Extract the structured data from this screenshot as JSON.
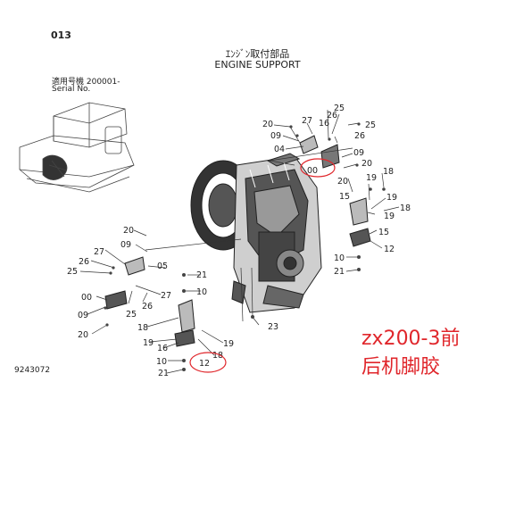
{
  "page_number": "013",
  "title_jp": "ｴﾝｼﾞﾝ取付部品",
  "title_en": "ENGINE SUPPORT",
  "serial_label_jp": "適用号機  200001-",
  "serial_label_en": "Serial No.",
  "document_number": "9243072",
  "annotation": {
    "line1": "zx200-3前",
    "line2": "后机脚胶",
    "color": "#e0262b"
  },
  "part_labels": {
    "p20a": "20",
    "p27a": "27",
    "p25a": "25",
    "p09a": "09",
    "p16a": "16",
    "p26a": "26",
    "p25b": "25",
    "p04": "04",
    "p26b": "26",
    "p09b": "09",
    "p00a": "00",
    "p20b": "20",
    "p18a": "18",
    "p19a": "19",
    "p15a": "15",
    "p19b": "19",
    "p18b": "18",
    "p20c": "20",
    "p15b": "15",
    "p12a": "12",
    "p10a": "10",
    "p21a": "21",
    "p20d": "20",
    "p09c": "09",
    "p27b": "27",
    "p26c": "26",
    "p25c": "25",
    "p05": "05",
    "p00b": "00",
    "p27c": "27",
    "p25d": "25",
    "p26d": "26",
    "p09d": "09",
    "p20e": "20",
    "p21b": "21",
    "p10b": "10",
    "p18c": "18",
    "p19c": "19",
    "p16b": "16",
    "p18d": "18",
    "p19d": "19",
    "p10c": "10",
    "p12b": "12",
    "p21c": "21",
    "p23": "23"
  }
}
